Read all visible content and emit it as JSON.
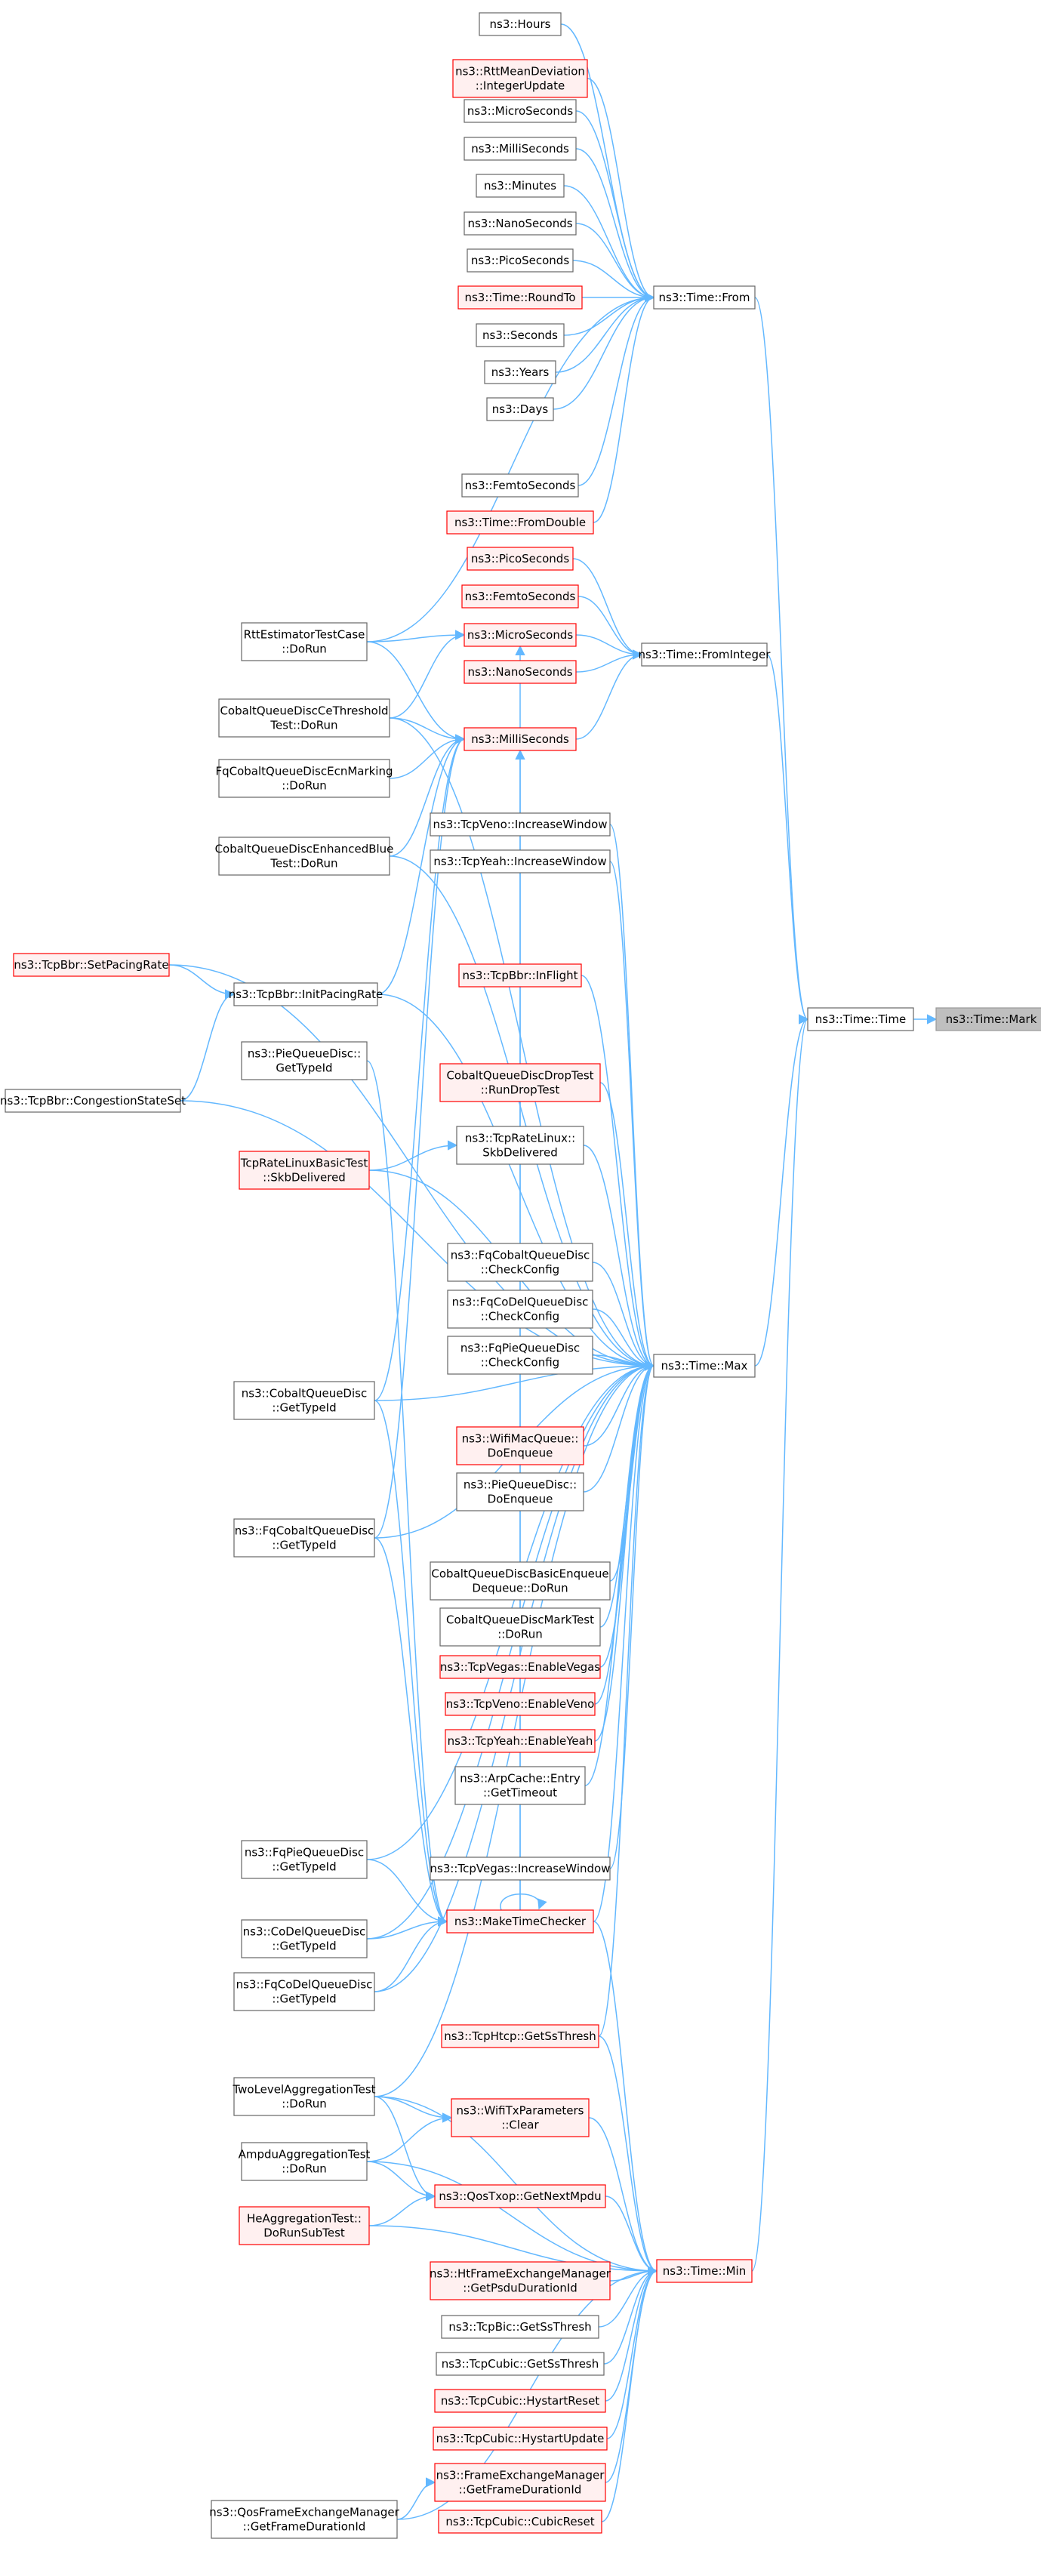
{
  "colors": {
    "normal_border": "#666666",
    "normal_fill": "#ffffff",
    "red_border": "#ff0000",
    "red_fill": "#fff0f0",
    "focus_border": "#999999",
    "focus_fill": "#bfbfbf",
    "edge": "#63b8ff"
  },
  "diagram": {
    "type": "call-graph",
    "nodes": [
      {
        "id": "mark",
        "lines": [
          "ns3::Time::Mark"
        ],
        "style": "focus"
      },
      {
        "id": "time",
        "lines": [
          "ns3::Time::Time"
        ],
        "style": "normal"
      },
      {
        "id": "from",
        "lines": [
          "ns3::Time::From"
        ],
        "style": "normal"
      },
      {
        "id": "frominteger",
        "lines": [
          "ns3::Time::FromInteger"
        ],
        "style": "normal"
      },
      {
        "id": "max",
        "lines": [
          "ns3::Time::Max"
        ],
        "style": "normal"
      },
      {
        "id": "min",
        "lines": [
          "ns3::Time::Min"
        ],
        "style": "red"
      },
      {
        "id": "hours",
        "lines": [
          "ns3::Hours"
        ],
        "style": "normal"
      },
      {
        "id": "rttint",
        "lines": [
          "ns3::RttMeanDeviation",
          "::IntegerUpdate"
        ],
        "style": "red"
      },
      {
        "id": "micro1",
        "lines": [
          "ns3::MicroSeconds"
        ],
        "style": "normal"
      },
      {
        "id": "milli1",
        "lines": [
          "ns3::MilliSeconds"
        ],
        "style": "normal"
      },
      {
        "id": "minutes",
        "lines": [
          "ns3::Minutes"
        ],
        "style": "normal"
      },
      {
        "id": "nano1",
        "lines": [
          "ns3::NanoSeconds"
        ],
        "style": "normal"
      },
      {
        "id": "pico1",
        "lines": [
          "ns3::PicoSeconds"
        ],
        "style": "normal"
      },
      {
        "id": "roundto",
        "lines": [
          "ns3::Time::RoundTo"
        ],
        "style": "red"
      },
      {
        "id": "seconds",
        "lines": [
          "ns3::Seconds"
        ],
        "style": "normal"
      },
      {
        "id": "years",
        "lines": [
          "ns3::Years"
        ],
        "style": "normal"
      },
      {
        "id": "days",
        "lines": [
          "ns3::Days"
        ],
        "style": "normal"
      },
      {
        "id": "femto1",
        "lines": [
          "ns3::FemtoSeconds"
        ],
        "style": "normal"
      },
      {
        "id": "fromdouble",
        "lines": [
          "ns3::Time::FromDouble"
        ],
        "style": "red"
      },
      {
        "id": "pico2",
        "lines": [
          "ns3::PicoSeconds"
        ],
        "style": "red"
      },
      {
        "id": "femto2",
        "lines": [
          "ns3::FemtoSeconds"
        ],
        "style": "red"
      },
      {
        "id": "micro2",
        "lines": [
          "ns3::MicroSeconds"
        ],
        "style": "red"
      },
      {
        "id": "nano2",
        "lines": [
          "ns3::NanoSeconds"
        ],
        "style": "red"
      },
      {
        "id": "milli2",
        "lines": [
          "ns3::MilliSeconds"
        ],
        "style": "red"
      },
      {
        "id": "rttest",
        "lines": [
          "RttEstimatorTestCase",
          "::DoRun"
        ],
        "style": "normal"
      },
      {
        "id": "cobaltce",
        "lines": [
          "CobaltQueueDiscCeThreshold",
          "Test::DoRun"
        ],
        "style": "normal"
      },
      {
        "id": "fqcobaltecn",
        "lines": [
          "FqCobaltQueueDiscEcnMarking",
          "::DoRun"
        ],
        "style": "normal"
      },
      {
        "id": "cobaltblue",
        "lines": [
          "CobaltQueueDiscEnhancedBlue",
          "Test::DoRun"
        ],
        "style": "normal"
      },
      {
        "id": "tcpvenoinc",
        "lines": [
          "ns3::TcpVeno::IncreaseWindow"
        ],
        "style": "normal"
      },
      {
        "id": "tcpyeahinc",
        "lines": [
          "ns3::TcpYeah::IncreaseWindow"
        ],
        "style": "normal"
      },
      {
        "id": "setpacing",
        "lines": [
          "ns3::TcpBbr::SetPacingRate"
        ],
        "style": "red"
      },
      {
        "id": "initpacing",
        "lines": [
          "ns3::TcpBbr::InitPacingRate"
        ],
        "style": "normal"
      },
      {
        "id": "inflight",
        "lines": [
          "ns3::TcpBbr::InFlight"
        ],
        "style": "red"
      },
      {
        "id": "congestion",
        "lines": [
          "ns3::TcpBbr::CongestionStateSet"
        ],
        "style": "normal"
      },
      {
        "id": "piegettype",
        "lines": [
          "ns3::PieQueueDisc::",
          "GetTypeId"
        ],
        "style": "normal"
      },
      {
        "id": "cobaltdrop",
        "lines": [
          "CobaltQueueDiscDropTest",
          "::RunDropTest"
        ],
        "style": "red"
      },
      {
        "id": "tcprateskb",
        "lines": [
          "ns3::TcpRateLinux::",
          "SkbDelivered"
        ],
        "style": "normal"
      },
      {
        "id": "tcpratetest",
        "lines": [
          "TcpRateLinuxBasicTest",
          "::SkbDelivered"
        ],
        "style": "red"
      },
      {
        "id": "fqcobaltcheck",
        "lines": [
          "ns3::FqCobaltQueueDisc",
          "::CheckConfig"
        ],
        "style": "normal"
      },
      {
        "id": "fqcodelcheck",
        "lines": [
          "ns3::FqCoDelQueueDisc",
          "::CheckConfig"
        ],
        "style": "normal"
      },
      {
        "id": "fqpiecheck",
        "lines": [
          "ns3::FqPieQueueDisc",
          "::CheckConfig"
        ],
        "style": "normal"
      },
      {
        "id": "cobaltgettype",
        "lines": [
          "ns3::CobaltQueueDisc",
          "::GetTypeId"
        ],
        "style": "normal"
      },
      {
        "id": "wifimacq",
        "lines": [
          "ns3::WifiMacQueue::",
          "DoEnqueue"
        ],
        "style": "red"
      },
      {
        "id": "pieenqueue",
        "lines": [
          "ns3::PieQueueDisc::",
          "DoEnqueue"
        ],
        "style": "normal"
      },
      {
        "id": "fqcobaltgettype",
        "lines": [
          "ns3::FqCobaltQueueDisc",
          "::GetTypeId"
        ],
        "style": "normal"
      },
      {
        "id": "cobaltbasic",
        "lines": [
          "CobaltQueueDiscBasicEnqueue",
          "Dequeue::DoRun"
        ],
        "style": "normal"
      },
      {
        "id": "cobaltmark",
        "lines": [
          "CobaltQueueDiscMarkTest",
          "::DoRun"
        ],
        "style": "normal"
      },
      {
        "id": "vegas",
        "lines": [
          "ns3::TcpVegas::EnableVegas"
        ],
        "style": "red"
      },
      {
        "id": "veno",
        "lines": [
          "ns3::TcpVeno::EnableVeno"
        ],
        "style": "red"
      },
      {
        "id": "yeah",
        "lines": [
          "ns3::TcpYeah::EnableYeah"
        ],
        "style": "red"
      },
      {
        "id": "arpcache",
        "lines": [
          "ns3::ArpCache::Entry",
          "::GetTimeout"
        ],
        "style": "normal"
      },
      {
        "id": "fqpiegettype",
        "lines": [
          "ns3::FqPieQueueDisc",
          "::GetTypeId"
        ],
        "style": "normal"
      },
      {
        "id": "vegasinc",
        "lines": [
          "ns3::TcpVegas::IncreaseWindow"
        ],
        "style": "normal"
      },
      {
        "id": "maketime",
        "lines": [
          "ns3::MakeTimeChecker"
        ],
        "style": "red"
      },
      {
        "id": "codelgettype",
        "lines": [
          "ns3::CoDelQueueDisc",
          "::GetTypeId"
        ],
        "style": "normal"
      },
      {
        "id": "fqcodelgettype",
        "lines": [
          "ns3::FqCoDelQueueDisc",
          "::GetTypeId"
        ],
        "style": "normal"
      },
      {
        "id": "htcp",
        "lines": [
          "ns3::TcpHtcp::GetSsThresh"
        ],
        "style": "red"
      },
      {
        "id": "twolevel",
        "lines": [
          "TwoLevelAggregationTest",
          "::DoRun"
        ],
        "style": "normal"
      },
      {
        "id": "wifitx",
        "lines": [
          "ns3::WifiTxParameters",
          "::Clear"
        ],
        "style": "red"
      },
      {
        "id": "ampdu",
        "lines": [
          "AmpduAggregationTest",
          "::DoRun"
        ],
        "style": "normal"
      },
      {
        "id": "qostxop",
        "lines": [
          "ns3::QosTxop::GetNextMpdu"
        ],
        "style": "red"
      },
      {
        "id": "heagg",
        "lines": [
          "HeAggregationTest::",
          "DoRunSubTest"
        ],
        "style": "red"
      },
      {
        "id": "htframe",
        "lines": [
          "ns3::HtFrameExchangeManager",
          "::GetPsduDurationId"
        ],
        "style": "red"
      },
      {
        "id": "bicss",
        "lines": [
          "ns3::TcpBic::GetSsThresh"
        ],
        "style": "normal"
      },
      {
        "id": "cubicss",
        "lines": [
          "ns3::TcpCubic::GetSsThresh"
        ],
        "style": "normal"
      },
      {
        "id": "hystreset",
        "lines": [
          "ns3::TcpCubic::HystartReset"
        ],
        "style": "red"
      },
      {
        "id": "hystupdate",
        "lines": [
          "ns3::TcpCubic::HystartUpdate"
        ],
        "style": "red"
      },
      {
        "id": "frameexch",
        "lines": [
          "ns3::FrameExchangeManager",
          "::GetFrameDurationId"
        ],
        "style": "red"
      },
      {
        "id": "qosframe",
        "lines": [
          "ns3::QosFrameExchangeManager",
          "::GetFrameDurationId"
        ],
        "style": "normal"
      },
      {
        "id": "cubicreset",
        "lines": [
          "ns3::TcpCubic::CubicReset"
        ],
        "style": "red"
      }
    ],
    "edges": [
      [
        "time",
        "mark"
      ],
      [
        "from",
        "time"
      ],
      [
        "frominteger",
        "time"
      ],
      [
        "max",
        "time"
      ],
      [
        "min",
        "time"
      ],
      [
        "hours",
        "from"
      ],
      [
        "rttint",
        "from"
      ],
      [
        "micro1",
        "from"
      ],
      [
        "milli1",
        "from"
      ],
      [
        "minutes",
        "from"
      ],
      [
        "nano1",
        "from"
      ],
      [
        "pico1",
        "from"
      ],
      [
        "roundto",
        "from"
      ],
      [
        "seconds",
        "from"
      ],
      [
        "years",
        "from"
      ],
      [
        "days",
        "from"
      ],
      [
        "femto1",
        "from"
      ],
      [
        "fromdouble",
        "from"
      ],
      [
        "rttest",
        "from"
      ],
      [
        "pico2",
        "frominteger"
      ],
      [
        "femto2",
        "frominteger"
      ],
      [
        "micro2",
        "frominteger"
      ],
      [
        "nano2",
        "frominteger"
      ],
      [
        "milli2",
        "frominteger"
      ],
      [
        "rttest",
        "micro2"
      ],
      [
        "rttest",
        "milli2"
      ],
      [
        "cobaltce",
        "micro2"
      ],
      [
        "cobaltce",
        "milli2"
      ],
      [
        "fqcobaltecn",
        "milli2"
      ],
      [
        "cobaltblue",
        "milli2"
      ],
      [
        "initpacing",
        "milli2"
      ],
      [
        "cobaltgettype",
        "milli2"
      ],
      [
        "fqcobaltgettype",
        "milli2"
      ],
      [
        "maketime",
        "milli2"
      ],
      [
        "maketime",
        "micro2"
      ],
      [
        "setpacing",
        "initpacing"
      ],
      [
        "congestion",
        "initpacing"
      ],
      [
        "tcpratetest",
        "tcprateskb"
      ],
      [
        "cobaltce",
        "max"
      ],
      [
        "cobaltblue",
        "max"
      ],
      [
        "tcpvenoinc",
        "max"
      ],
      [
        "tcpyeahinc",
        "max"
      ],
      [
        "setpacing",
        "max"
      ],
      [
        "initpacing",
        "max"
      ],
      [
        "inflight",
        "max"
      ],
      [
        "congestion",
        "max"
      ],
      [
        "cobaltdrop",
        "max"
      ],
      [
        "tcprateskb",
        "max"
      ],
      [
        "tcpratetest",
        "max"
      ],
      [
        "fqcobaltcheck",
        "max"
      ],
      [
        "fqcodelcheck",
        "max"
      ],
      [
        "fqpiecheck",
        "max"
      ],
      [
        "cobaltgettype",
        "max"
      ],
      [
        "wifimacq",
        "max"
      ],
      [
        "pieenqueue",
        "max"
      ],
      [
        "fqcobaltgettype",
        "max"
      ],
      [
        "cobaltbasic",
        "max"
      ],
      [
        "cobaltmark",
        "max"
      ],
      [
        "vegas",
        "max"
      ],
      [
        "veno",
        "max"
      ],
      [
        "yeah",
        "max"
      ],
      [
        "arpcache",
        "max"
      ],
      [
        "fqpiegettype",
        "max"
      ],
      [
        "vegasinc",
        "max"
      ],
      [
        "maketime",
        "max"
      ],
      [
        "codelgettype",
        "max"
      ],
      [
        "fqcodelgettype",
        "max"
      ],
      [
        "htcp",
        "max"
      ],
      [
        "twolevel",
        "max"
      ],
      [
        "piegettype",
        "maketime"
      ],
      [
        "cobaltgettype",
        "maketime"
      ],
      [
        "fqcobaltgettype",
        "maketime"
      ],
      [
        "fqpiegettype",
        "maketime"
      ],
      [
        "codelgettype",
        "maketime"
      ],
      [
        "fqcodelgettype",
        "maketime"
      ],
      [
        "maketime",
        "maketime"
      ],
      [
        "maketime",
        "min"
      ],
      [
        "htcp",
        "min"
      ],
      [
        "twolevel",
        "min"
      ],
      [
        "wifitx",
        "min"
      ],
      [
        "ampdu",
        "min"
      ],
      [
        "qostxop",
        "min"
      ],
      [
        "heagg",
        "min"
      ],
      [
        "htframe",
        "min"
      ],
      [
        "bicss",
        "min"
      ],
      [
        "cubicss",
        "min"
      ],
      [
        "hystreset",
        "min"
      ],
      [
        "hystupdate",
        "min"
      ],
      [
        "frameexch",
        "min"
      ],
      [
        "cubicreset",
        "min"
      ],
      [
        "qosframe",
        "min"
      ],
      [
        "twolevel",
        "wifitx"
      ],
      [
        "ampdu",
        "wifitx"
      ],
      [
        "twolevel",
        "qostxop"
      ],
      [
        "ampdu",
        "qostxop"
      ],
      [
        "heagg",
        "qostxop"
      ],
      [
        "qosframe",
        "frameexch"
      ]
    ]
  }
}
